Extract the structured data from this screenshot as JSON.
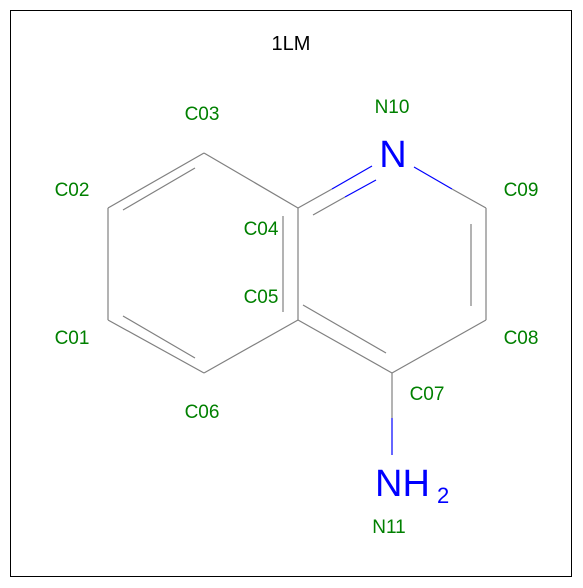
{
  "title": "1LM",
  "atom_labels": {
    "C01": "C01",
    "C02": "C02",
    "C03": "C03",
    "C04": "C04",
    "C05": "C05",
    "C06": "C06",
    "C07": "C07",
    "C08": "C08",
    "C09": "C09",
    "N10": "N10",
    "N11": "N11"
  },
  "element_symbols": {
    "ring_nitrogen": "N",
    "amine_main": "NH",
    "amine_subscript": "2"
  },
  "colors": {
    "bond_carbon": "#808080",
    "bond_nitrogen": "#0000ff",
    "atom_label": "#008000",
    "element_symbol": "#0000ff",
    "title": "#000000",
    "border": "#000000"
  }
}
